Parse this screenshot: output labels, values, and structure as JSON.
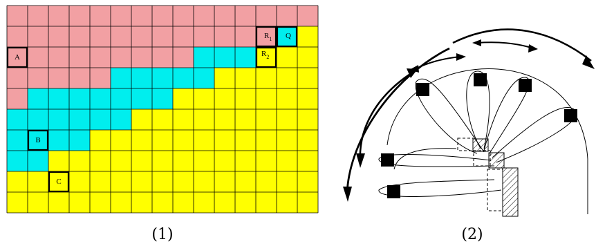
{
  "panel1": {
    "caption": "(1)",
    "colors": {
      "pink": "#f2a0a3",
      "cyan": "#00eeee",
      "yellow": "#ffff00",
      "grid": "#000000"
    },
    "labels": {
      "A": "A",
      "B": "B",
      "C": "C",
      "Q": "Q",
      "R1": "R",
      "R1_sub": "1",
      "R2": "R",
      "R2_sub": "2"
    }
  },
  "panel2": {
    "caption": "(2)"
  }
}
